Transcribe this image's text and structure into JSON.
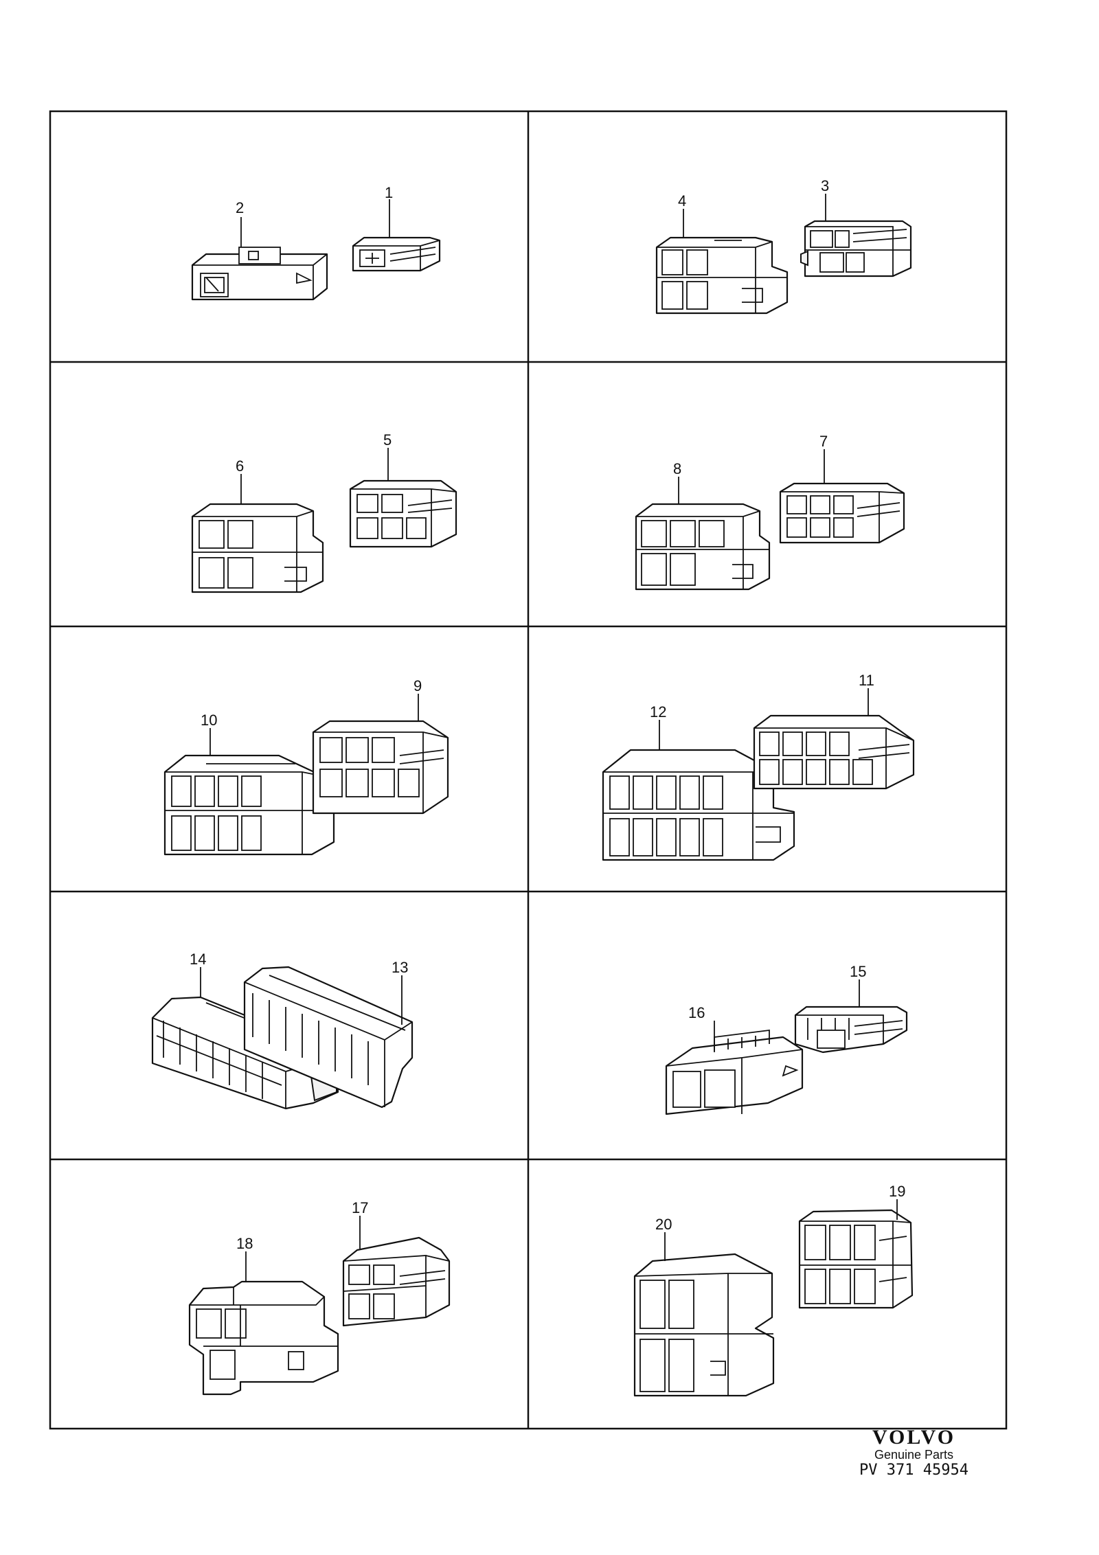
{
  "panels": [
    {
      "id": "p1",
      "callouts": [
        "2",
        "1"
      ]
    },
    {
      "id": "p2",
      "callouts": [
        "4",
        "3"
      ]
    },
    {
      "id": "p3",
      "callouts": [
        "6",
        "5"
      ]
    },
    {
      "id": "p4",
      "callouts": [
        "8",
        "7"
      ]
    },
    {
      "id": "p5",
      "callouts": [
        "10",
        "9"
      ]
    },
    {
      "id": "p6",
      "callouts": [
        "12",
        "11"
      ]
    },
    {
      "id": "p7",
      "callouts": [
        "14",
        "13"
      ]
    },
    {
      "id": "p8",
      "callouts": [
        "16",
        "15"
      ]
    },
    {
      "id": "p9",
      "callouts": [
        "18",
        "17"
      ]
    },
    {
      "id": "p10",
      "callouts": [
        "20",
        "19"
      ]
    }
  ],
  "footer": {
    "brand": "VOLVO",
    "subtitle": "Genuine Parts",
    "code": "PV 371 45954"
  }
}
